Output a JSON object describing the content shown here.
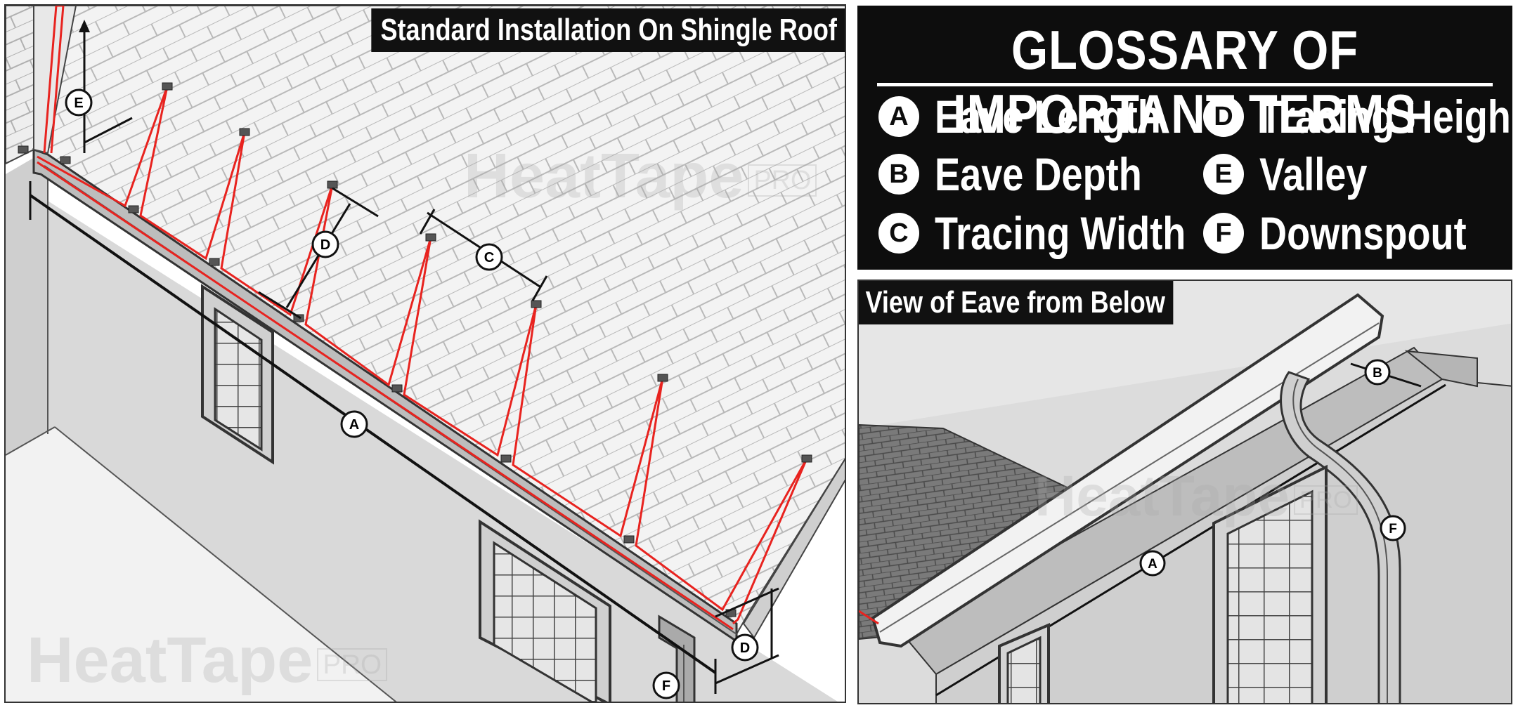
{
  "left_panel": {
    "title": "Standard Installation On Shingle Roof",
    "callouts": {
      "a": "A",
      "c": "C",
      "d": "D",
      "e": "E",
      "f": "F"
    },
    "watermark_upper": "HeatTape",
    "watermark_lower": "HeatTape",
    "watermark_suffix": "PRO"
  },
  "glossary": {
    "title": "GLOSSARY OF IMPORTANT TERMS",
    "items": [
      {
        "letter": "A",
        "term": "Eave Length"
      },
      {
        "letter": "B",
        "term": "Eave Depth"
      },
      {
        "letter": "C",
        "term": "Tracing Width"
      },
      {
        "letter": "D",
        "term": "Tracing Height"
      },
      {
        "letter": "E",
        "term": "Valley"
      },
      {
        "letter": "F",
        "term": "Downspout"
      }
    ]
  },
  "below_panel": {
    "title": "View of Eave from Below",
    "callouts": {
      "a": "A",
      "b": "B",
      "f": "F"
    },
    "watermark": "HeatTape",
    "watermark_suffix": "PRO"
  },
  "colors": {
    "heat_cable": "#e8231f",
    "ink": "#111111",
    "wall": "#d7d7d7",
    "roof": "#f4f4f4"
  }
}
